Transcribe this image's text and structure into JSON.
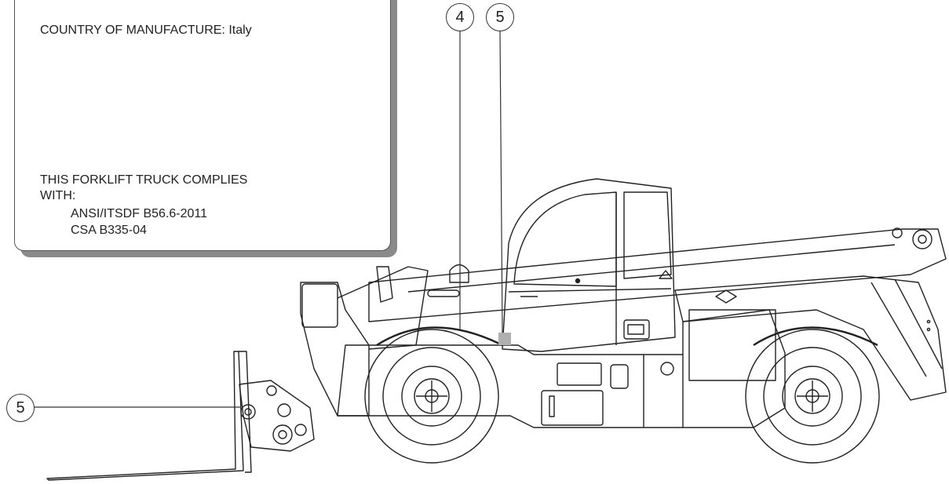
{
  "label_panel": {
    "country_of_manufacture": "COUNTRY OF MANUFACTURE: Italy",
    "compliance_heading_line1": "THIS FORKLIFT TRUCK COMPLIES",
    "compliance_heading_line2": "WITH:",
    "standards": [
      "ANSI/ITSDF B56.6-2011",
      "CSA B335-04"
    ]
  },
  "callouts": {
    "cab_left": "4",
    "cab_right": "5",
    "fork_carriage": "5"
  }
}
